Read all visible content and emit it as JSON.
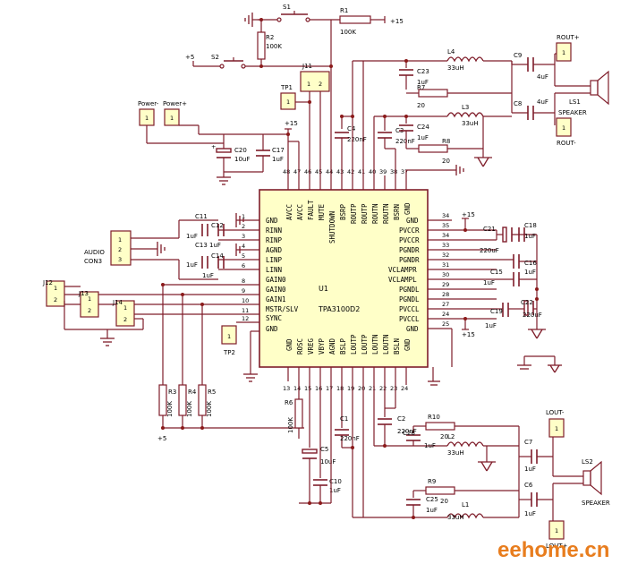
{
  "ic": {
    "designator": "U1",
    "part": "TPA3100D2",
    "left_pins": [
      {
        "num": "1",
        "name": "GND"
      },
      {
        "num": "2",
        "name": "RINN"
      },
      {
        "num": "3",
        "name": "RINP"
      },
      {
        "num": "4",
        "name": "AGND"
      },
      {
        "num": "5",
        "name": "LINP"
      },
      {
        "num": "6",
        "name": "LINN"
      },
      {
        "num": "8",
        "name": "GAIN0"
      },
      {
        "num": "9",
        "name": "GAIN0"
      },
      {
        "num": "10",
        "name": "GAIN1"
      },
      {
        "num": "11",
        "name": "MSTR/SLV"
      },
      {
        "num": "12",
        "name": "SYNC"
      },
      {
        "num": "",
        "name": "GND"
      }
    ],
    "right_pins": [
      {
        "num": "34",
        "name": "GND"
      },
      {
        "num": "35",
        "name": "PVCCR"
      },
      {
        "num": "34",
        "name": "PVCCR"
      },
      {
        "num": "33",
        "name": "PGNDR"
      },
      {
        "num": "32",
        "name": "PGNDR"
      },
      {
        "num": "31",
        "name": "VCLAMPR"
      },
      {
        "num": "30",
        "name": "VCLAMPL"
      },
      {
        "num": "29",
        "name": "PGNDL"
      },
      {
        "num": "28",
        "name": "PGNDL"
      },
      {
        "num": "27",
        "name": "PVCCL"
      },
      {
        "num": "24",
        "name": "PVCCL"
      },
      {
        "num": "25",
        "name": "GND"
      }
    ],
    "top_pins": [
      {
        "num": "48",
        "name": "AVCC"
      },
      {
        "num": "47",
        "name": "AVCC"
      },
      {
        "num": "46",
        "name": "FAULT"
      },
      {
        "num": "45",
        "name": "MUTE"
      },
      {
        "num": "44",
        "name": "SHUTDOWN"
      },
      {
        "num": "43",
        "name": "BSRP"
      },
      {
        "num": "42",
        "name": "ROUTP"
      },
      {
        "num": "41",
        "name": "ROUTP"
      },
      {
        "num": "40",
        "name": "ROUTN"
      },
      {
        "num": "39",
        "name": "ROUTN"
      },
      {
        "num": "38",
        "name": "BSRN"
      },
      {
        "num": "37",
        "name": "GND"
      }
    ],
    "bottom_pins": [
      {
        "num": "13",
        "name": "GND"
      },
      {
        "num": "14",
        "name": "ROSC"
      },
      {
        "num": "15",
        "name": "VREG"
      },
      {
        "num": "16",
        "name": "VBYP"
      },
      {
        "num": "17",
        "name": "AGND"
      },
      {
        "num": "18",
        "name": "BSLP"
      },
      {
        "num": "19",
        "name": "LOUTP"
      },
      {
        "num": "20",
        "name": "LOUTP"
      },
      {
        "num": "21",
        "name": "LOUTN"
      },
      {
        "num": "22",
        "name": "LOUTN"
      },
      {
        "num": "23",
        "name": "BSLN"
      },
      {
        "num": "24",
        "name": "GND"
      }
    ]
  },
  "connectors": {
    "rout_plus": {
      "num": "1",
      "label": "ROUT+"
    },
    "rout_minus": {
      "num": "1",
      "label": "ROUT-"
    },
    "lout_plus": {
      "num": "1",
      "label": "LOUT+"
    },
    "lout_minus": {
      "num": "1",
      "label": "LOUT-"
    },
    "power_minus": {
      "num": "1",
      "label": "Power-"
    },
    "power_plus": {
      "num": "1",
      "label": "Power+"
    },
    "tp1": {
      "num": "1",
      "label": "TP1"
    },
    "tp2": {
      "num": "1",
      "label": "TP2"
    },
    "audio": {
      "pins": [
        "1",
        "2",
        "3"
      ],
      "label1": "AUDIO",
      "label2": "CON3"
    },
    "j11": {
      "pins": [
        "1",
        "2"
      ],
      "label": "J11"
    },
    "j12": {
      "pins": [
        "1",
        "2"
      ],
      "label": "J12"
    },
    "j13": {
      "pins": [
        "1",
        "2"
      ],
      "label": "J13"
    },
    "j14": {
      "pins": [
        "1",
        "2"
      ],
      "label": "J14"
    }
  },
  "speakers": {
    "ls1": {
      "ref": "LS1",
      "label": "SPEAKER"
    },
    "ls2": {
      "ref": "LS2",
      "label": "SPEAKER"
    }
  },
  "switches": {
    "s1": "S1",
    "s2": "S2"
  },
  "resistors": {
    "r1": {
      "ref": "R1",
      "value": "100K"
    },
    "r2": {
      "ref": "R2",
      "value": "100K"
    },
    "r7": {
      "ref": "R7",
      "value": "20"
    },
    "r8": {
      "ref": "R8",
      "value": "20"
    },
    "r3": {
      "ref": "R3",
      "value": "100K"
    },
    "r4": {
      "ref": "R4",
      "value": "100K"
    },
    "r5": {
      "ref": "R5",
      "value": "100K"
    },
    "r6": {
      "ref": "R6",
      "value": "100K"
    },
    "r9": {
      "ref": "R9",
      "value": "20"
    },
    "r10": {
      "ref": "R10",
      "value": "20"
    }
  },
  "capacitors": {
    "c23": {
      "ref": "C23",
      "value": "1uF"
    },
    "c24": {
      "ref": "C24",
      "value": "1uF"
    },
    "c9": {
      "ref": "C9",
      "value": "4uF"
    },
    "c8": {
      "ref": "C8",
      "value": "4uF"
    },
    "c4": {
      "ref": "C4",
      "value": "220nF"
    },
    "c3": {
      "ref": "C3",
      "value": "220nF"
    },
    "c20": {
      "ref": "C20",
      "value": "10uF"
    },
    "c17": {
      "ref": "C17",
      "value": "1uF"
    },
    "c11": {
      "ref": "C11",
      "value": "1uF"
    },
    "c12": {
      "ref": "C12",
      "value": "1uF"
    },
    "c13": {
      "ref": "C13",
      "value": "1uF"
    },
    "c14": {
      "ref": "C14",
      "value": "1uF"
    },
    "c21": {
      "ref": "C21",
      "value": "220uF"
    },
    "c18": {
      "ref": "C18",
      "value": "1uF"
    },
    "c16": {
      "ref": "C16",
      "value": "1uF"
    },
    "c15": {
      "ref": "C15",
      "value": "1uF"
    },
    "c19": {
      "ref": "C19",
      "value": "1uF"
    },
    "c22": {
      "ref": "C22",
      "value": "220uF"
    },
    "c1": {
      "ref": "C1",
      "value": "220nF"
    },
    "c2": {
      "ref": "C2",
      "value": "220nF"
    },
    "c5": {
      "ref": "C5",
      "value": "10uF"
    },
    "c10": {
      "ref": "C10",
      "value": "1uF"
    },
    "c25": {
      "ref": "C25",
      "value": "1uF"
    },
    "c26": {
      "ref": "C26",
      "value": "1uF"
    },
    "c7": {
      "ref": "C7",
      "value": "1uF"
    },
    "c6": {
      "ref": "C6",
      "value": "1uF"
    }
  },
  "inductors": {
    "l1": {
      "ref": "L1",
      "value": "33uH"
    },
    "l2": {
      "ref": "L2",
      "value": "33uH"
    },
    "l3": {
      "ref": "L3",
      "value": "33uH"
    },
    "l4": {
      "ref": "L4",
      "value": "33uH"
    }
  },
  "supply": {
    "plus15": "+15",
    "plus5": "+5"
  },
  "watermark": "eehome.cn"
}
